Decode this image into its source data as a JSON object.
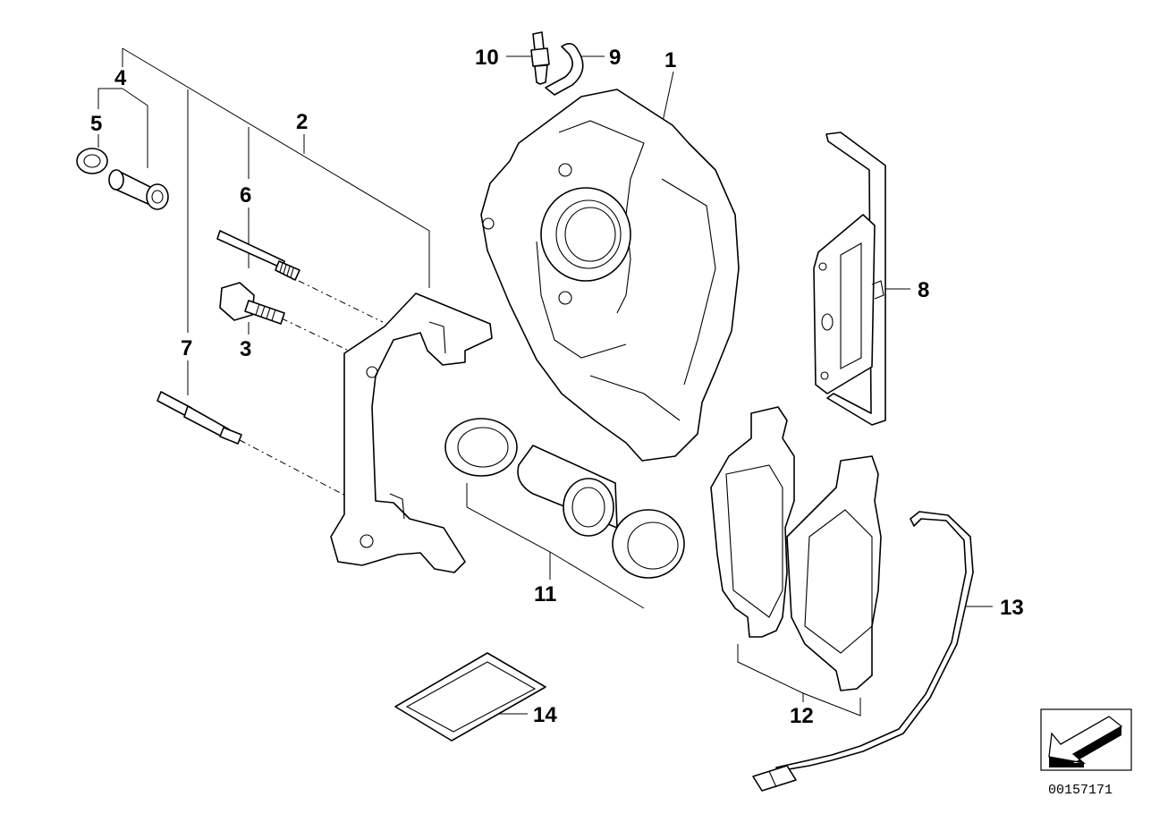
{
  "diagram": {
    "callouts": {
      "c1": "1",
      "c2": "2",
      "c3": "3",
      "c4": "4",
      "c5": "5",
      "c6": "6",
      "c7": "7",
      "c8": "8",
      "c9": "9",
      "c10": "10",
      "c11": "11",
      "c12": "12",
      "c13": "13",
      "c14": "14"
    },
    "doc_id": "00157171",
    "nav_icon": "arrow-down-left-icon"
  }
}
